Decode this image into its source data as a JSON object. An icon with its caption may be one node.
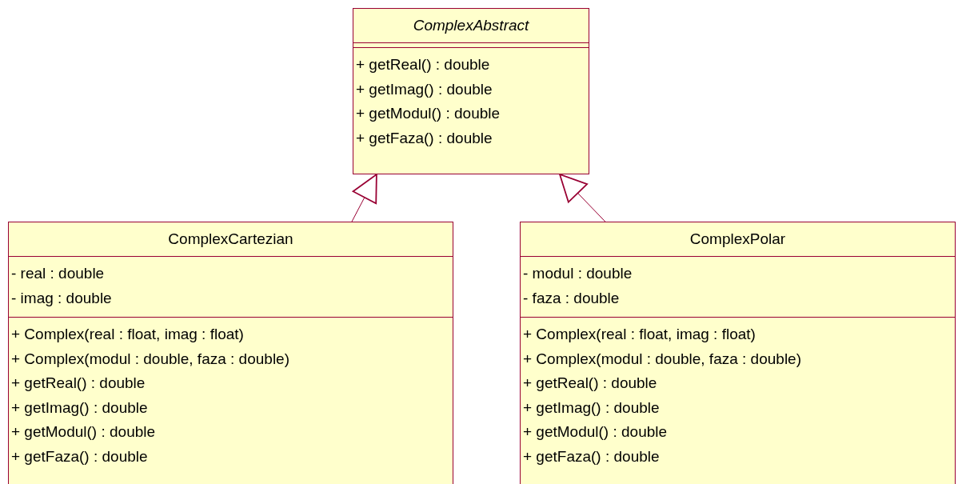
{
  "diagram": {
    "nodes": [
      {
        "text": [
          "ComplexAbstract",
          "+ getReal() : double",
          "+ getImag() : double",
          "+ getModul() : double",
          "+ getFaza() : double"
        ]
      },
      {
        "text": [
          "ComplexCartezian",
          "- real : double",
          "- imag : double",
          "+ Complex(real : float, imag : float)",
          "+ Complex(modul : double, faza : double)",
          "+ getReal() : double",
          "+ getImag() : double",
          "+ getModul() : double",
          "+ getFaza() : double"
        ]
      },
      {
        "text": [
          "ComplexPolar",
          "- modul : double",
          "- faza : double",
          "+ Complex(real : float, imag : float)",
          "+ Complex(modul : double, faza : double)",
          "+ getReal() : double",
          "+ getImag() : double",
          "+ getModul() : double",
          "+ getFaza() : double"
        ]
      }
    ],
    "edges": [
      {
        "from": 1,
        "to": 0,
        "arrow": "to"
      },
      {
        "from": 2,
        "to": 0,
        "arrow": "to"
      }
    ]
  }
}
